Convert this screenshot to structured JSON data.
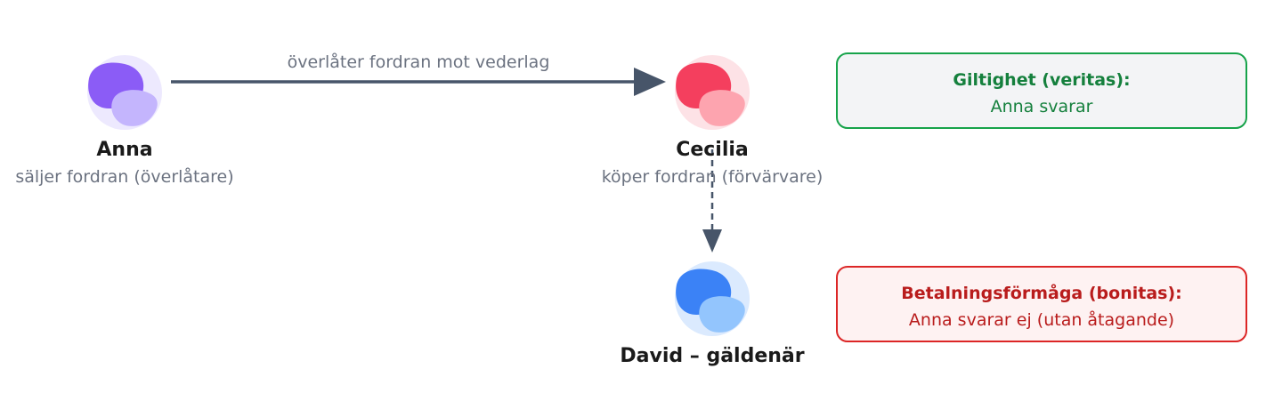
{
  "diagram": {
    "nodes": {
      "anna": {
        "name": "Anna",
        "role": "säljer fordran (överlåtare)",
        "bg_color": "#ede9fe",
        "head_color": "#8b5cf6",
        "body_color": "#c4b5fd"
      },
      "cecilia": {
        "name": "Cecilia",
        "role": "köper fordran (förvärvare)",
        "bg_color": "#fde2e6",
        "head_color": "#f43f5e",
        "body_color": "#fda4af"
      },
      "david": {
        "name": "David – gäldenär",
        "bg_color": "#dbeafe",
        "head_color": "#3b82f6",
        "body_color": "#93c5fd"
      }
    },
    "edges": {
      "transfer_label": "överlåter fordran mot vederlag",
      "line_color": "#475569"
    },
    "boxes": {
      "veritas": {
        "title": "Giltighet (veritas):",
        "text": "Anna svarar",
        "border_color": "#16a34a",
        "bg_color": "#f3f4f6",
        "text_color": "#15803d"
      },
      "bonitas": {
        "title": "Betalningsförmåga (bonitas):",
        "text": "Anna svarar ej (utan åtagande)",
        "border_color": "#dc2626",
        "bg_color": "#fef2f2",
        "text_color": "#b91c1c"
      }
    }
  }
}
